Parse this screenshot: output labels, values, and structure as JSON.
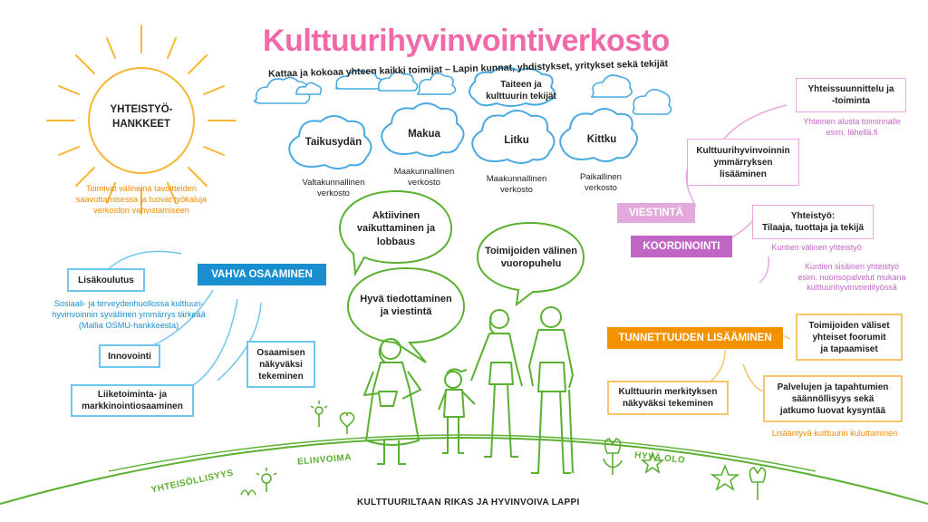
{
  "title": "Kulttuurihyvinvointiverkosto",
  "subtitle": "Kattaa ja kokoaa yhteen kaikki toimijat – Lapin kunnat, yhdistykset, yritykset sekä tekijät",
  "sun": {
    "label_line1": "YHTEISTYÖ-",
    "label_line2": "HANKKEET",
    "caption_line1": "Toimivat välineinä tavoitteiden",
    "caption_line2": "saavuttamisessa ja tuovat työkaluja",
    "caption_line3": "verkoston vahvistamiseen"
  },
  "clouds": [
    {
      "label": "Taikusydän",
      "caption_line1": "Valtakunnallinen",
      "caption_line2": "verkosto"
    },
    {
      "label": "Makua",
      "caption_line1": "Maakunnallinen",
      "caption_line2": "verkosto"
    },
    {
      "label": "Litku",
      "caption_line1": "Maakunnallinen",
      "caption_line2": "verkosto"
    },
    {
      "label": "Kittku",
      "caption_line1": "Paikallinen",
      "caption_line2": "verkosto"
    },
    {
      "label_line1": "Taiteen ja",
      "label_line2": "kulttuurin tekijät"
    }
  ],
  "bubbles": [
    {
      "line1": "Aktiivinen",
      "line2": "vaikuttaminen ja",
      "line3": "lobbaus"
    },
    {
      "line1": "Toimijoiden välinen",
      "line2": "vuoropuhelu"
    },
    {
      "line1": "Hyvä tiedottaminen",
      "line2": "ja viestintä"
    }
  ],
  "left": {
    "tag": "VAHVA OSAAMINEN",
    "tag_color": "#1a8fcf",
    "box_lisakoulutus": "Lisäkoulutus",
    "text_line1": "Sosiaali- ja terveydenhuollossa kulttuuri-",
    "text_line2": "hyvinvoinnin syvällinen ymmärrys tärkeää",
    "text_line3": "(Mallia OSMU-hankkeesta)",
    "box_innovointi": "Innovointi",
    "box_liike_line1": "Liiketoiminta- ja",
    "box_liike_line2": "markkinointiosaaminen",
    "box_osaamisen_line1": "Osaamisen",
    "box_osaamisen_line2": "näkyväksi",
    "box_osaamisen_line3": "tekeminen"
  },
  "right_top": {
    "box_yhteissuunnittelu_line1": "Yhteissuunnittelu ja",
    "box_yhteissuunnittelu_line2": "-toiminta",
    "note1_line1": "Yhteinen alusta toiminnalle",
    "note1_line2": "esim. lähellä.fi",
    "box_ymmarrys_line1": "Kulttuurihyvinvoinnin",
    "box_ymmarrys_line2": "ymmärryksen",
    "box_ymmarrys_line3": "lisääminen",
    "tag_viestinta": "VIESTINTÄ",
    "tag_viestinta_color": "#e3a9dc",
    "box_yhteistyo_line1": "Yhteistyö:",
    "box_yhteistyo_line2": "Tilaaja, tuottaja ja tekijä",
    "tag_koordinointi": "KOORDINOINTI",
    "tag_koordinointi_color": "#c266c6",
    "note2": "Kuntien välinen yhteistyö",
    "note3_line1": "Kuntien sisäinen yhteistyö",
    "note3_line2": "esim. nuorisopalvelut mukana",
    "note3_line3": "kulttuurihyvinvointityössä"
  },
  "right_bottom": {
    "tag": "TUNNETTUUDEN LISÄÄMINEN",
    "tag_color": "#f39200",
    "box_foorumit_line1": "Toimijoiden väliset",
    "box_foorumit_line2": "yhteiset foorumit",
    "box_foorumit_line3": "ja tapaamiset",
    "box_merkitys_line1": "Kulttuurin merkityksen",
    "box_merkitys_line2": "näkyväksi tekeminen",
    "box_palvelut_line1": "Palvelujen ja tapahtumien",
    "box_palvelut_line2": "säännöllisyys sekä",
    "box_palvelut_line3": "jatkumo luovat kysyntää",
    "note": "Lisääntyvä kulttuurin kuluttaminen"
  },
  "ground": {
    "label_yhteisollisyys": "YHTEISÖLLISYYS",
    "label_elinvoima": "ELINVOIMA",
    "label_hyva_olo": "HYVÄ OLO",
    "footer": "KULTTUURILTAAN RIKAS JA HYVINVOIVA LAPPI"
  },
  "colors": {
    "pink": "#f06aa9",
    "green": "#5ab031",
    "blue": "#1a8fcf",
    "light_blue": "#6fc7ec",
    "orange": "#f39200",
    "sun": "#f7b733",
    "purple": "#c266c6"
  },
  "icons": [
    "sun-icon",
    "cloud-icon",
    "speech-bubble-icon",
    "people-icon",
    "flower-icon",
    "star-icon",
    "heart-icon",
    "tulip-icon"
  ]
}
